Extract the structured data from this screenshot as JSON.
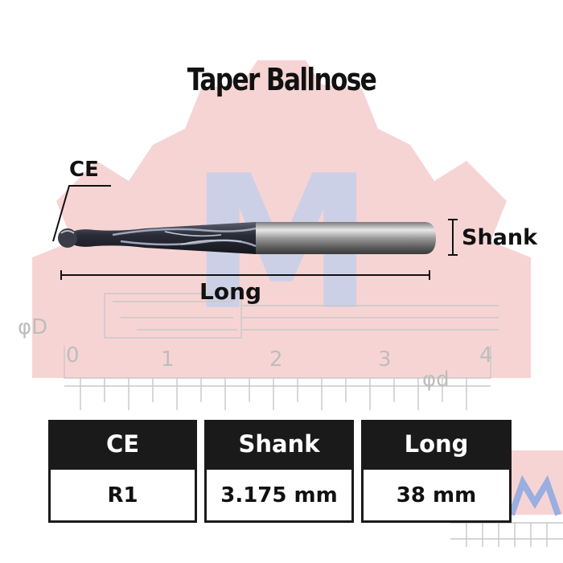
{
  "title": "Taper Ballnose",
  "diagram": {
    "ce_label": "CE",
    "shank_label": "Shank",
    "long_label": "Long"
  },
  "background": {
    "watermark_letter": "M",
    "drawing_labels": [
      "φD",
      "0",
      "1",
      "2",
      "3",
      "4",
      "φd"
    ],
    "gear_color": "#f6cccc",
    "watermark_color": "#bcc8e6"
  },
  "spec_table": {
    "headers": [
      "CE",
      "Shank",
      "Long"
    ],
    "values": [
      "R1",
      "3.175 mm",
      "38 mm"
    ]
  }
}
